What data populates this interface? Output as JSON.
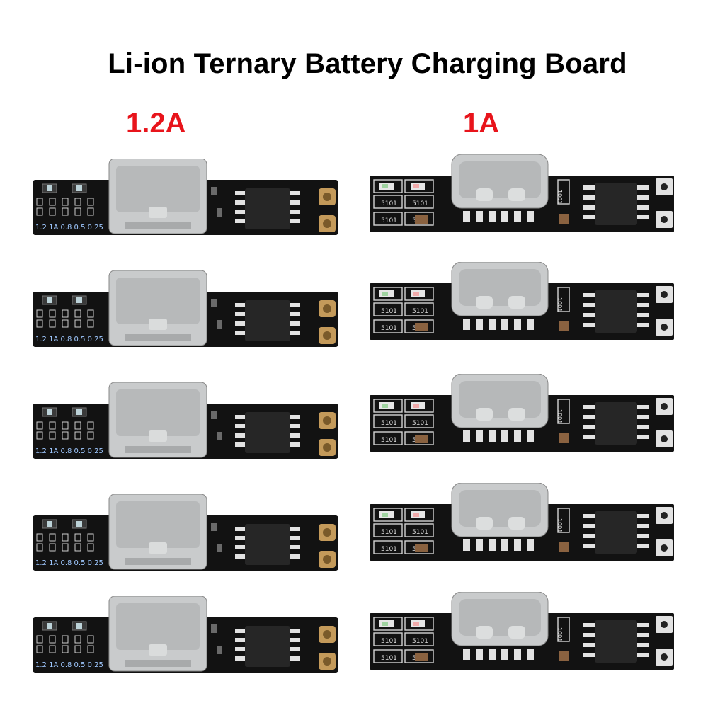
{
  "title": "Li-ion Ternary Battery Charging Board",
  "columns": {
    "left": {
      "label": "1.2A",
      "color": "#e8141b"
    },
    "right": {
      "label": "1A",
      "color": "#e8141b"
    }
  },
  "colors": {
    "pcb": "#121212",
    "usb_metal": "#c9cbcc",
    "pad_gold": "#c49a5a",
    "pad_silver": "#e2e2e2",
    "chip": "#262626"
  },
  "board_left": {
    "silkscreen": [
      "1.2",
      "1A",
      "0.8",
      "0.5",
      "0.25"
    ]
  },
  "board_right": {
    "resistor_marks": [
      "5101",
      "5101",
      "5101",
      "5101"
    ],
    "side_mark": "1001"
  }
}
